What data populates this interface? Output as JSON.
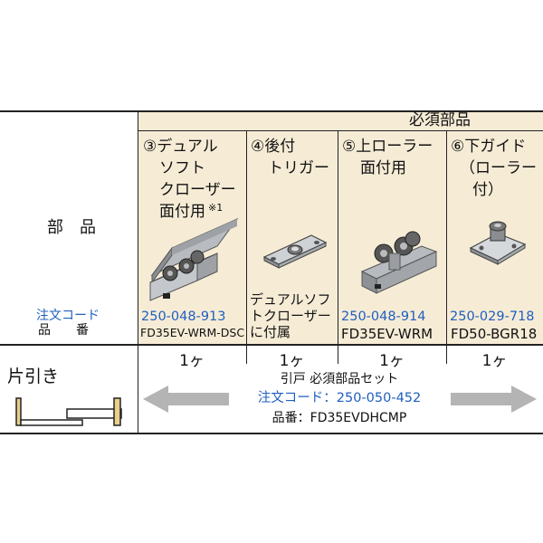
{
  "header": {
    "required_parts": "必須部品"
  },
  "left": {
    "parts_label": "部　品",
    "order_code_label": "注文コード",
    "part_number_label": "品　　番",
    "door_type": "片引き"
  },
  "columns": [
    {
      "title_lines": [
        "③デュアル",
        "ソフト",
        "クローザー",
        "面付用"
      ],
      "note": "※1",
      "order_code": "250-048-913",
      "part_number": "FD35EV-WRM-DSC",
      "quantity": "1ヶ"
    },
    {
      "title_lines": [
        "④後付",
        "トリガー"
      ],
      "attachment_note_lines": [
        "デュアルソフ",
        "トクローザー",
        "に付属"
      ],
      "quantity": "1ヶ"
    },
    {
      "title_lines": [
        "⑤上ローラー",
        "面付用"
      ],
      "order_code": "250-048-914",
      "part_number": "FD35EV-WRM",
      "quantity": "1ヶ"
    },
    {
      "title_lines": [
        "⑥下ガイド",
        "（ローラー",
        "付）"
      ],
      "order_code": "250-029-718",
      "part_number": "FD50-BGR18",
      "quantity": "1ヶ"
    }
  ],
  "set": {
    "title": "引戸 必須部品セット",
    "order_code": "注文コード：250-050-452",
    "part_number": "品番：FD35EVDHCMP"
  },
  "colors": {
    "cream": "#f6ecd6",
    "blue": "#1f5fbf",
    "arrow_gray": "#b4b4b4"
  }
}
